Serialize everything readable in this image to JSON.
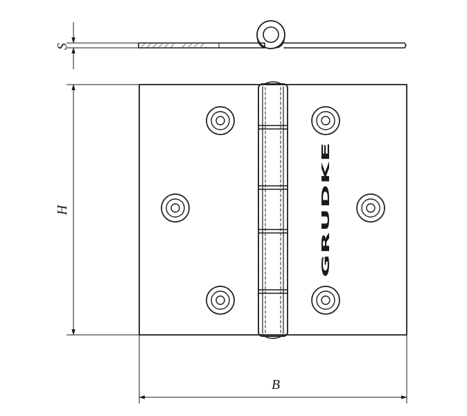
{
  "drawing": {
    "labels": {
      "thickness": "S",
      "height": "H",
      "width": "B"
    },
    "brand_marking": "GRUDKE",
    "colors": {
      "line": "#1a1a1a",
      "background": "#ffffff"
    },
    "views": [
      "side-view",
      "front-view"
    ],
    "hole_count": 6,
    "knuckle_count": 5
  }
}
